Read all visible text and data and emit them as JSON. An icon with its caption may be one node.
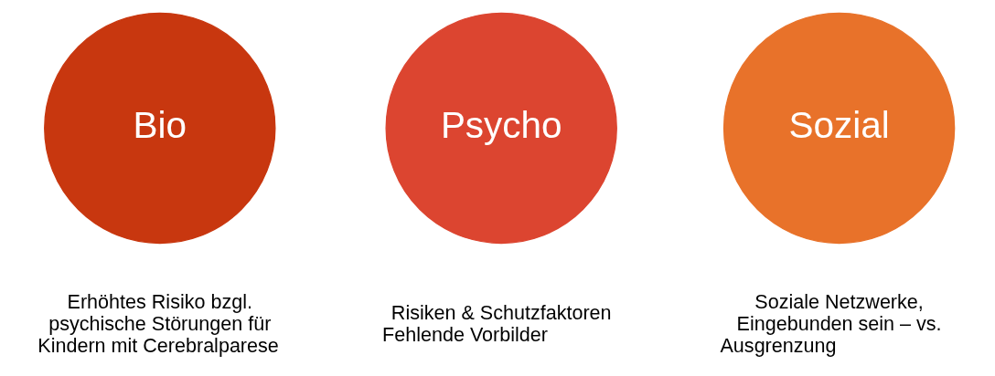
{
  "diagram": {
    "nodes": [
      {
        "text": [
          "Bio"
        ],
        "beside": [
          "Erhöhtes Risiko bzgl. psychische Störungen für Kindern mit Cerebralparese"
        ]
      },
      {
        "text": [
          "Psycho"
        ],
        "beside": [
          "Risiken & Schutzfaktoren Fehlende Vorbilder"
        ]
      },
      {
        "text": [
          "Sozial"
        ],
        "beside": [
          "Soziale Netzwerke, Eingebunden sein – vs. Ausgrenzung"
        ]
      }
    ]
  }
}
